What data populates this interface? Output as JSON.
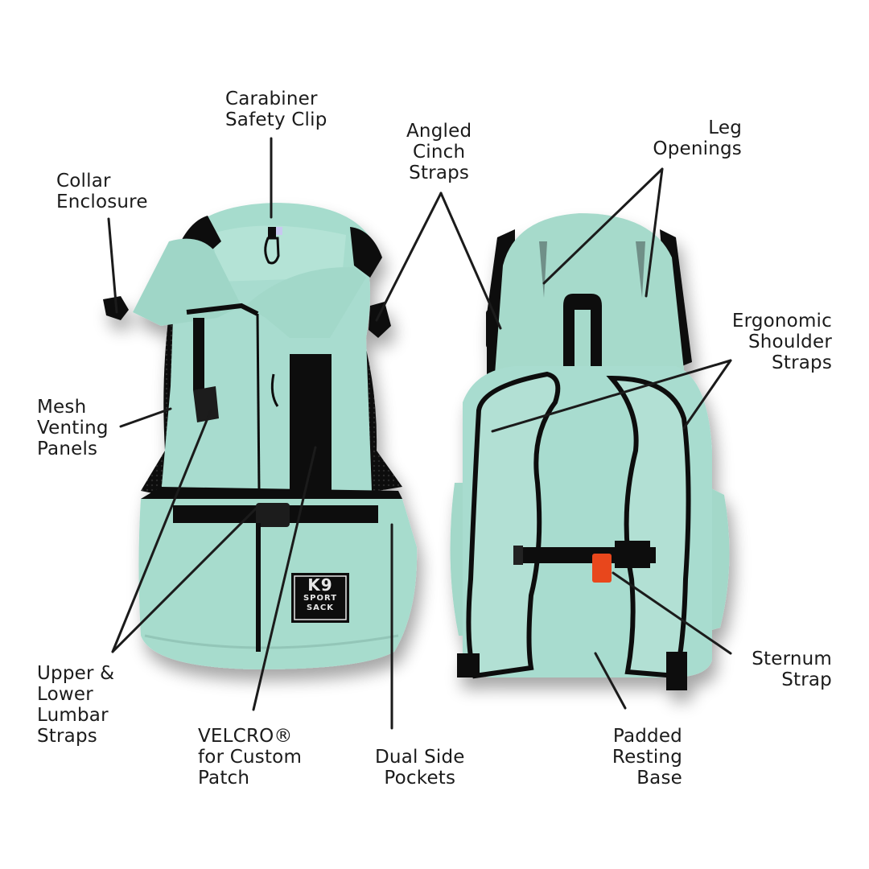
{
  "product": {
    "brand_patch": {
      "line1": "K9",
      "line2": "SPORT",
      "line3": "SACK"
    },
    "colors": {
      "mint": "#a8dccf",
      "mint_shade": "#92c9bb",
      "mint_light": "#bfe6dc",
      "trim": "#111111",
      "buckle_accent": "#e8461e",
      "background": "#ffffff",
      "label_text": "#1b1b1b"
    }
  },
  "callouts": [
    {
      "id": "carabiner",
      "lines": [
        "Carabiner",
        "Safety Clip"
      ]
    },
    {
      "id": "collar",
      "lines": [
        "Collar",
        "Enclosure"
      ]
    },
    {
      "id": "cinch",
      "lines": [
        "Angled",
        "Cinch",
        "Straps"
      ]
    },
    {
      "id": "leg",
      "lines": [
        "Leg",
        "Openings"
      ]
    },
    {
      "id": "shoulder",
      "lines": [
        "Ergonomic",
        "Shoulder",
        "Straps"
      ]
    },
    {
      "id": "mesh",
      "lines": [
        "Mesh",
        "Venting",
        "Panels"
      ]
    },
    {
      "id": "lumbar",
      "lines": [
        "Upper &",
        "Lower",
        "Lumbar",
        "Straps"
      ]
    },
    {
      "id": "velcro",
      "lines": [
        "VELCRO®",
        "for Custom",
        "Patch"
      ]
    },
    {
      "id": "pockets",
      "lines": [
        "Dual Side",
        "Pockets"
      ]
    },
    {
      "id": "base",
      "lines": [
        "Padded",
        "Resting",
        "Base"
      ]
    },
    {
      "id": "sternum",
      "lines": [
        "Sternum",
        "Strap"
      ]
    }
  ]
}
